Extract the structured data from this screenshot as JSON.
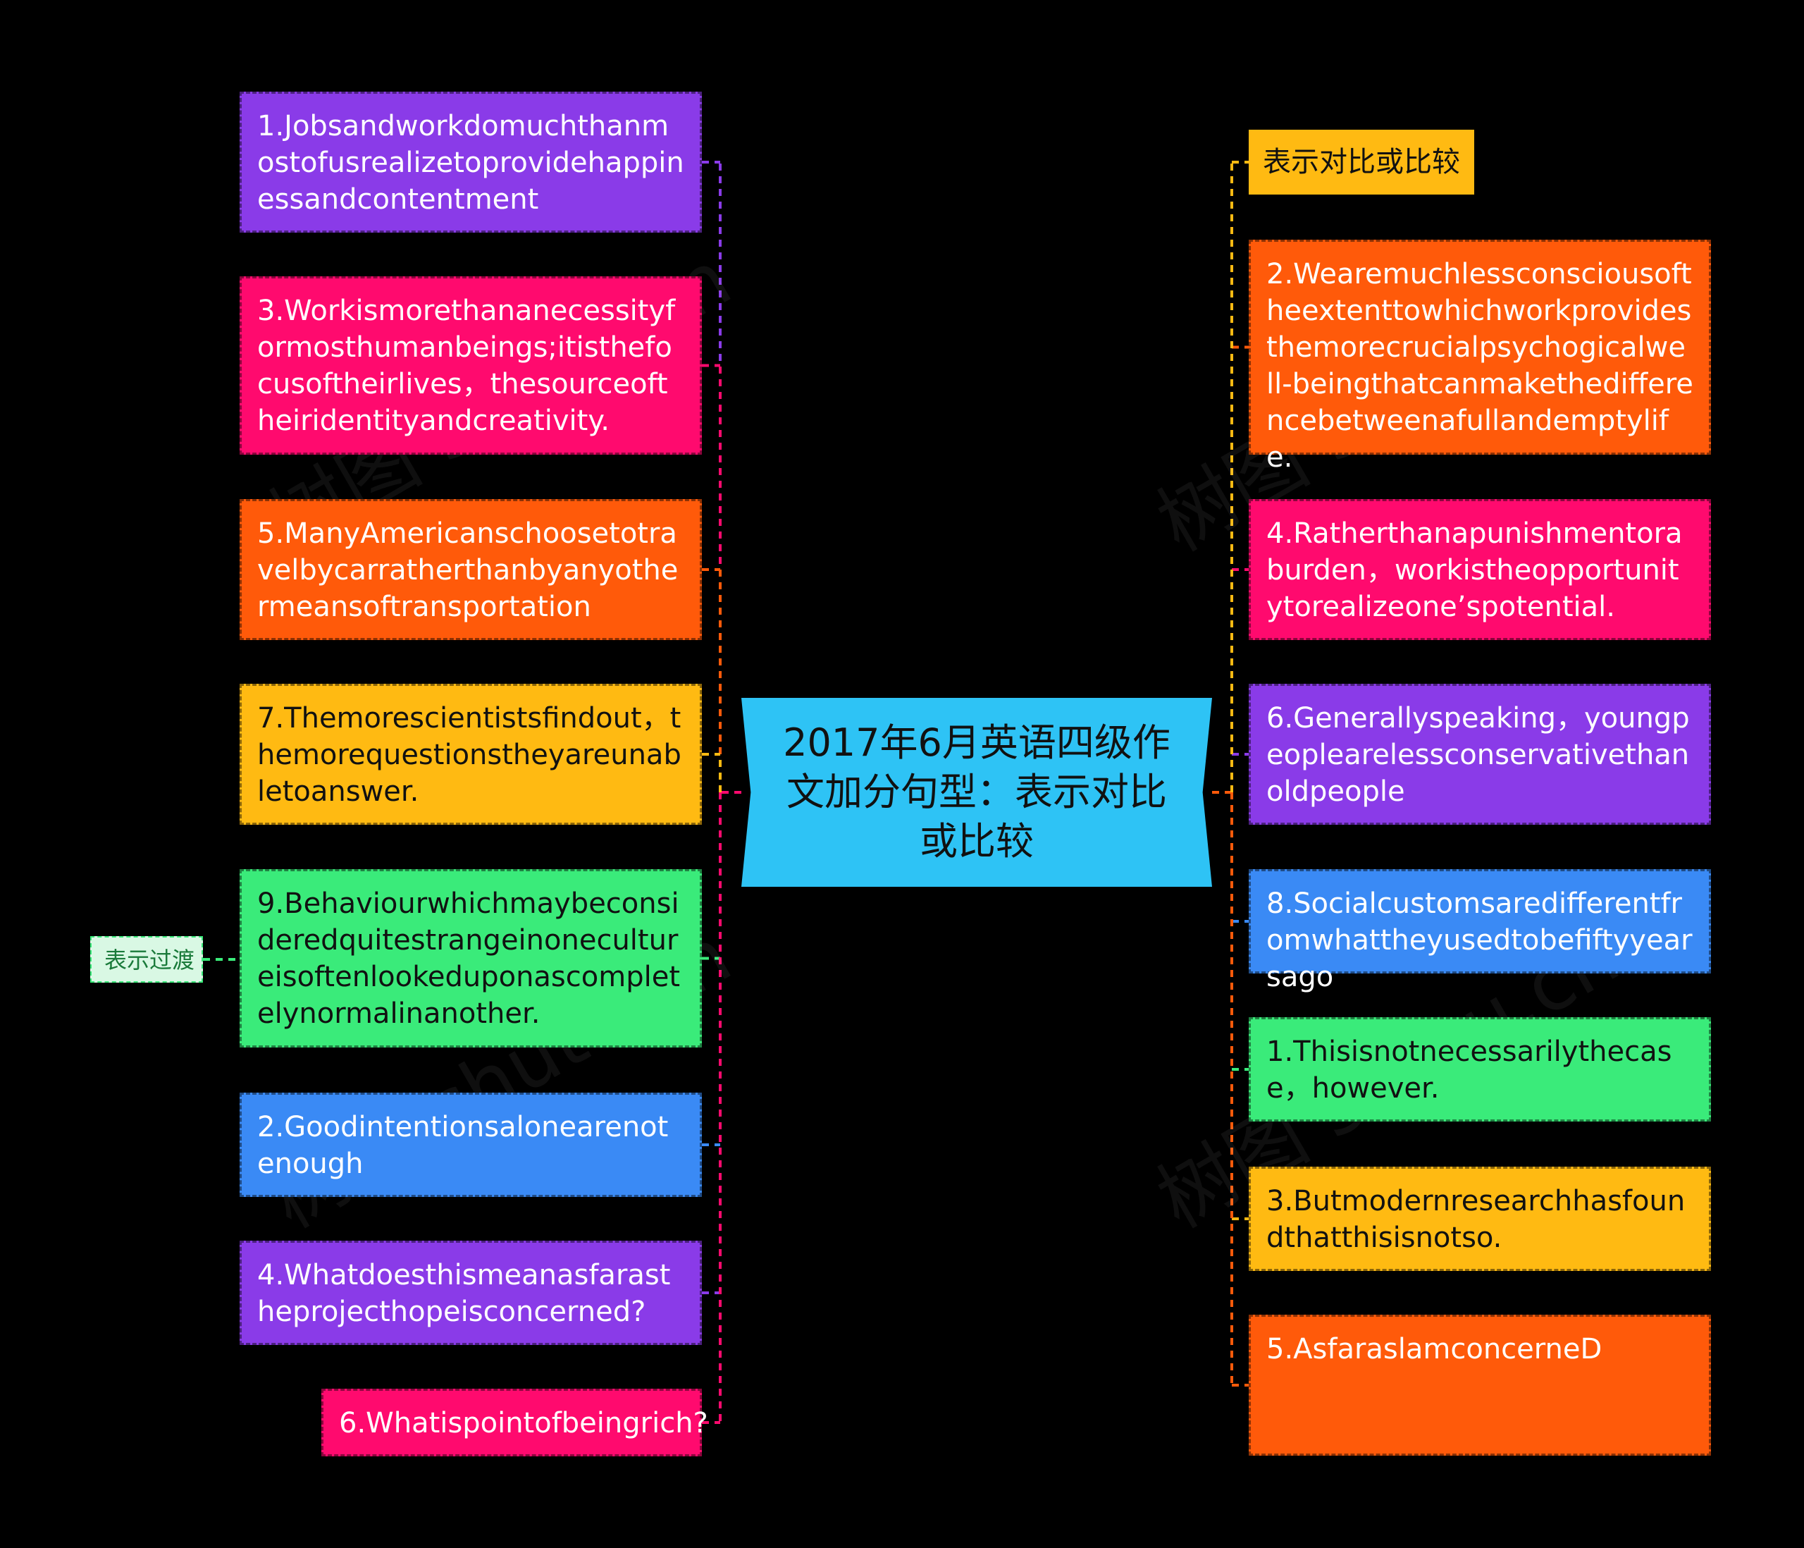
{
  "center": {
    "title": "2017年6月英语四级作文加分句型：表示对比或比较"
  },
  "left_branch": {
    "transition_tag": "表示过渡",
    "items": [
      {
        "text": "1.Jobsandworkdomuchthanmostofusrealizetoprovidehappinessandcontentment",
        "color": "#8a3be8"
      },
      {
        "text": "3.Workismorethananecessityformosthumanbeings;itisthefocusoftheirlives，thesourceoftheiridentityandcreativity.",
        "color": "#ff0a6e"
      },
      {
        "text": "5.ManyAmericanschoosetotravelbycarratherthanbyanyothermeansoftransportation",
        "color": "#ff5a0a"
      },
      {
        "text": "7.Themorescientistsfindout，themorequestionstheyareunabletoanswer.",
        "color": "#ffba12"
      },
      {
        "text": "9.Behaviourwhichmaybeconsideredquitestrangeinonecultureisoftenlookeduponascompletelynormalinanother.",
        "color": "#3aeb7a"
      },
      {
        "text": "2.Goodintentionsalonearenotenough",
        "color": "#3a8af5"
      },
      {
        "text": "4.Whatdoesthismeanasfarastheprojecthopeisconcerned?",
        "color": "#8a3be8"
      },
      {
        "text": "6.Whatispointofbeingrich?",
        "color": "#ff0a6e"
      }
    ]
  },
  "right_branch": {
    "comparison_tag": "表示对比或比较",
    "items": [
      {
        "text": "2.Wearemuchlessconsciousoftheextenttowhichworkprovidesthemorecrucialpsychogicalwell-beingthatcanmakethedifferencebetweenafullandemptylife.",
        "color": "#ff5a0a"
      },
      {
        "text": "4.Ratherthanapunishmentoraburden，workistheopportunitytorealizeone’spotential.",
        "color": "#ff0a6e"
      },
      {
        "text": "6.Generallyspeaking，youngpeoplearelessconservativethanoldpeople",
        "color": "#8a3be8"
      },
      {
        "text": "8.Socialcustomsaredifferentfromwhattheyusedtobefiftyyearsago",
        "color": "#3a8af5"
      },
      {
        "text": "1.Thisisnotnecessarilythecase，however.",
        "color": "#3aeb7a"
      },
      {
        "text": "3.Butmodernresearchhasfoundthatthisisnotso.",
        "color": "#ffba12"
      },
      {
        "text": "5.AsfaraslamconcerneD",
        "color": "#ff5a0a"
      }
    ]
  },
  "watermark": "树图 shutu.cn"
}
